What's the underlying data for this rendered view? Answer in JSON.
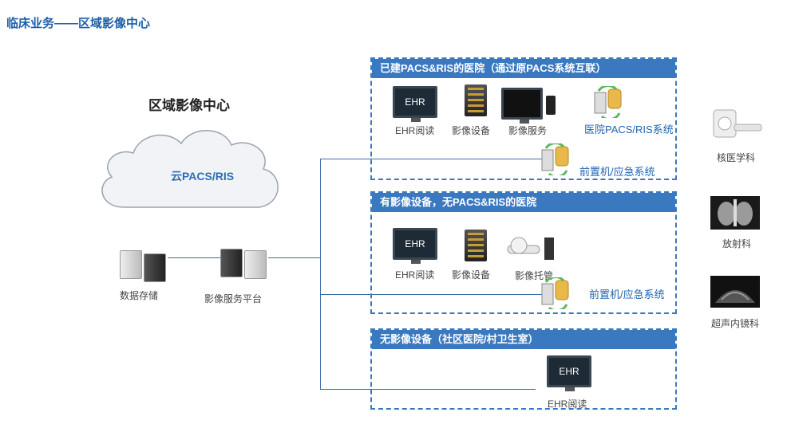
{
  "page_title": "临床业务——区域影像中心",
  "center": {
    "title": "区域影像中心",
    "cloud_label": "云PACS/RIS",
    "storage_label": "数据存储",
    "platform_label": "影像服务平台"
  },
  "panels": [
    {
      "header": "已建PACS&RIS的医院（通过原PACS系统互联）",
      "items": [
        "EHR阅读",
        "影像设备",
        "影像服务"
      ],
      "ehr_screen": "EHR",
      "pacs_label": "医院PACS/RIS系统",
      "front_label": "前置机/应急系统"
    },
    {
      "header": "有影像设备，无PACS&RIS的医院",
      "items": [
        "EHR阅读",
        "影像设备",
        "影像托管"
      ],
      "ehr_screen": "EHR",
      "front_label": "前置机/应急系统"
    },
    {
      "header": "无影像设备（社区医院/村卫生室）",
      "items": [
        "EHR阅读"
      ],
      "ehr_screen": "EHR"
    }
  ],
  "departments": [
    "核医学科",
    "放射科",
    "超声内镜科"
  ],
  "colors": {
    "accent": "#3a78c0",
    "title": "#1f5fa8",
    "line": "#3b6ea8"
  }
}
